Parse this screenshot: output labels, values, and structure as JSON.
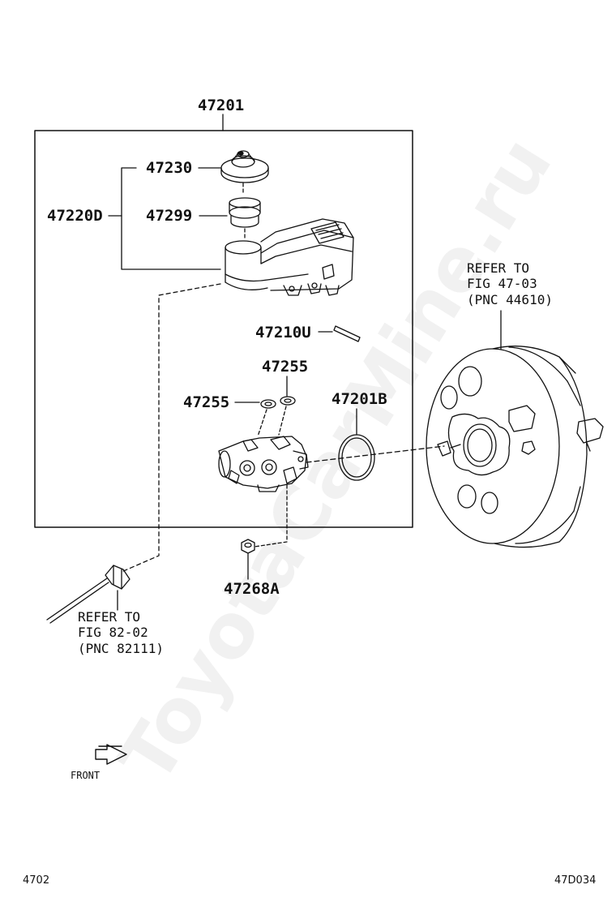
{
  "diagram": {
    "part_labels": {
      "assembly": "47201",
      "cap": "47230",
      "reservoir_sub": "47220D",
      "strainer": "47299",
      "pin": "47210U",
      "grommet_top": "47255",
      "grommet_left": "47255",
      "o_ring": "47201B",
      "nut": "47268A"
    },
    "refer_booster": {
      "line1": "REFER TO",
      "line2": "FIG 47-03",
      "line3": "(PNC 44610)"
    },
    "refer_brake_tube": {
      "line1": "REFER TO",
      "line2": "FIG 82-02",
      "line3": "(PNC 82111)"
    },
    "front_label": "FRONT",
    "page_code": "4702",
    "figure_code": "47D034",
    "watermark": "ToyotaCarMine.ru",
    "colors": {
      "line": "#111111",
      "watermark": "#e6e6e6"
    },
    "icons": [
      "front-arrow-icon"
    ]
  }
}
